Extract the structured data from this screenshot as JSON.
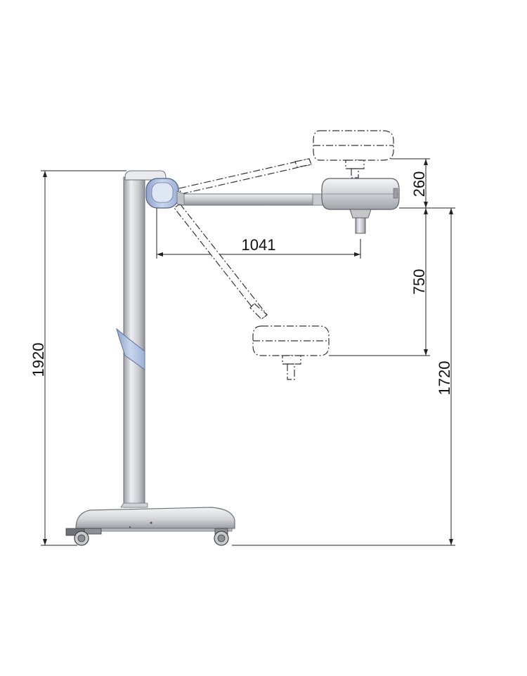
{
  "dimensions": {
    "total_height": "1920",
    "arm_reach": "1041",
    "upper_travel": "260",
    "lower_travel": "750",
    "lamp_height": "1720"
  },
  "colors": {
    "metal_light": "#e6e7ea",
    "metal_mid": "#b9bbc0",
    "metal_dark": "#8c8f95",
    "accent_blue": "#b8c8e6",
    "line": "#222222"
  }
}
